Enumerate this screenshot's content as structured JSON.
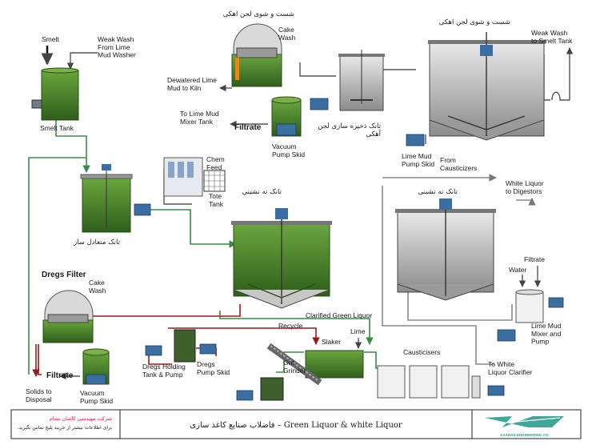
{
  "labels": {
    "smelt": "Smelt",
    "weak_wash_lime": "Weak Wash\nFrom Lime\nMud Washer",
    "smelt_tank": "Smelt Tank",
    "cake_wash_top": "Cake\nWash",
    "dewatered_lime": "Dewatered Lime\nMud to Kiln",
    "to_lime_mud_mixer": "To Lime Mud\nMixer Tank",
    "filtrate_top": "Filtrate",
    "vacuum_pump_top": "Vacuum\nPump Skid",
    "fa_lime_wash_top": "شست و شوی لجن اهکی",
    "fa_lime_storage": "تانک ذخیره سازی لجن\nآهکی",
    "fa_lime_wash_right": "شست و شوی لجن اهکی",
    "weak_wash_smelt": "Weak Wash\nto Smelt Tank",
    "lime_mud_pump": "Lime Mud\nPump Skid",
    "chem_feed": "Chem\nFeed",
    "tote_tank": "Tote\nTank",
    "from_causticizers": "From\nCausticizers",
    "white_liquor_digestors": "White Liquor\nto Digestors",
    "fa_settling_left": "تانک ته نشینی",
    "fa_settling_right": "تانک ته نشینی",
    "fa_equalizer": "تانک متعادل ساز",
    "dregs_filter": "Dregs Filter",
    "cake_wash_left": "Cake\nWash",
    "filtrate_right": "Filtrate",
    "water": "Water",
    "clarified_green": "Clarified Green Liquor",
    "recycle": "Recycle",
    "lime": "Lime",
    "slaker": "Slaker",
    "lime_mud_mixer": "Lime Mud\nMixer and\nPump",
    "causticisers": "Causticisers",
    "grit_grinder": "Grit\nGrinder",
    "filtrate_left": "Filtrate",
    "dregs_holding": "Dregs Holding\nTank & Pump",
    "dregs_pump": "Dregs\nPump Skid",
    "to_white_clarifier": "To White\nLiquor Clarifier",
    "solids_disposal": "Solids to\nDisposal",
    "vacuum_pump_left": "Vacuum\nPump Skid"
  },
  "footer": {
    "company_line1": "شرکت مهندسی کاشان نشام",
    "company_line2": "برای اطلاعات بیشتر از جریبد پلیخ تماس بگیرید.",
    "title": "فاضلاب صنایع کاغذ سازی – Green Liquor & white Liquor",
    "logo_text": "KASHAN ENGINEERING CO."
  },
  "colors": {
    "green_liquor": "#3a8a4a",
    "dregs": "#9a1b1b",
    "white_liquor": "#8a8a8a",
    "tank_green": "#4f8a2f",
    "logo": "#2a9d8f"
  }
}
